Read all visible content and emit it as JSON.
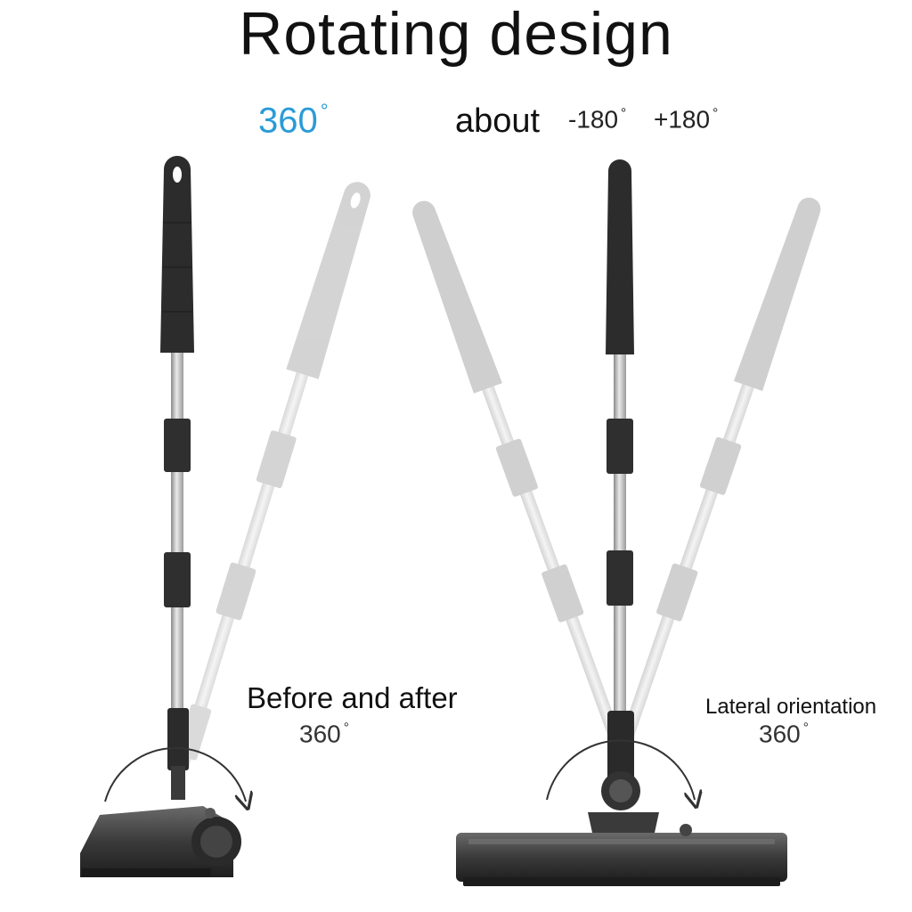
{
  "title": "Rotating design",
  "left_panel": {
    "angle": "360",
    "angle_unit": "°",
    "caption": "Before and after",
    "caption_angle": "360",
    "caption_unit": "°"
  },
  "right_panel": {
    "about_label": "about",
    "minus_value": "-180",
    "minus_unit": "°",
    "plus_value": "+180",
    "plus_unit": "°",
    "caption": "Lateral orientation",
    "caption_angle": "360",
    "caption_unit": "°"
  },
  "colors": {
    "accent": "#2a9bd7",
    "handle": "#2b2b2b",
    "ghost": "#c9c9c9",
    "pole": "#b5b5b5"
  }
}
